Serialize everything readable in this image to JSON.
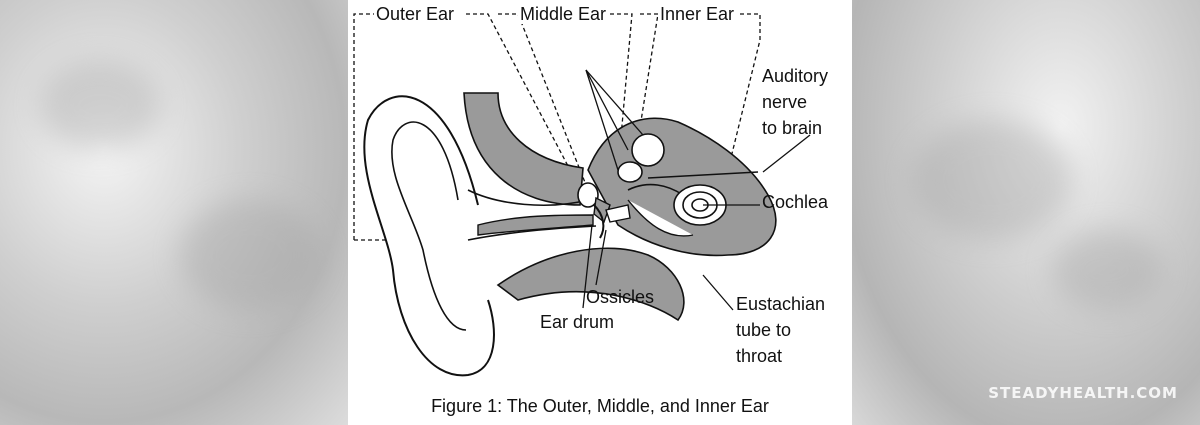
{
  "labels": {
    "outer_ear": "Outer Ear",
    "middle_ear": "Middle Ear",
    "inner_ear": "Inner Ear",
    "auditory_line1": "Auditory",
    "auditory_line2": "nerve",
    "auditory_line3": "to brain",
    "cochlea": "Cochlea",
    "ossicles": "Ossicles",
    "ear_drum": "Ear drum",
    "eustachian_line1": "Eustachian",
    "eustachian_line2": "tube to",
    "eustachian_line3": "throat"
  },
  "caption": "Figure 1: The Outer, Middle, and Inner Ear",
  "watermark": "STEADYHEALTH.COM",
  "colors": {
    "tissue": "#9a9a9a",
    "line": "#111111",
    "panel": "#ffffff"
  }
}
